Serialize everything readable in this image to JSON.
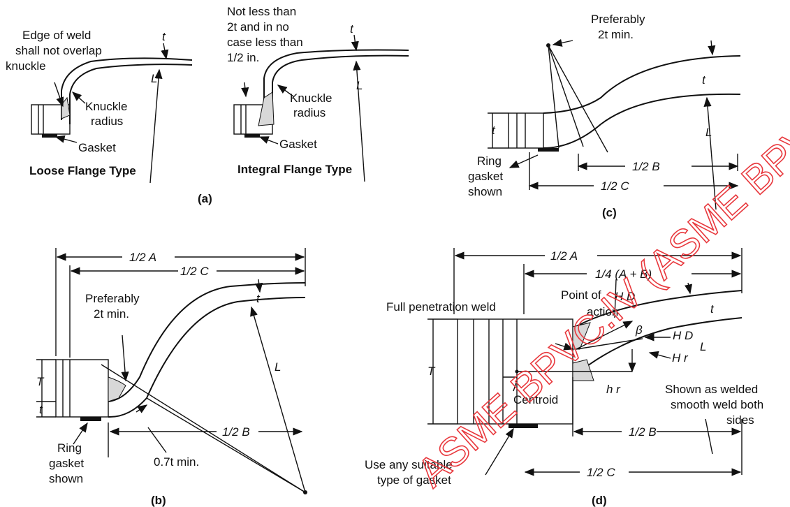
{
  "watermark": {
    "text": "ASME BPVC.IV (ASME BPVC.S",
    "color": "#e8383d"
  },
  "panel_a": {
    "caption": "(a)",
    "loose": {
      "title": "Loose Flange Type",
      "note": [
        "Edge of weld",
        "shall not overlap",
        "knuckle"
      ],
      "t": "t",
      "L": "L",
      "knuckle": [
        "Knuckle",
        "radius"
      ],
      "gasket": "Gasket"
    },
    "integral": {
      "title": "Integral Flange Type",
      "note": [
        "Not less than",
        "2t and in no",
        "case less than",
        "1/2 in."
      ],
      "t": "t",
      "L": "L",
      "knuckle": [
        "Knuckle",
        "radius"
      ],
      "gasket": "Gasket"
    }
  },
  "panel_b": {
    "caption": "(b)",
    "half_a": "1/2 A",
    "half_c": "1/2 C",
    "half_b": "1/2 B",
    "pref": [
      "Preferably",
      "2t min."
    ],
    "t": "t",
    "T": "T",
    "t_small": "t",
    "L": "L",
    "min": "0.7t min.",
    "ring": [
      "Ring",
      "gasket",
      "shown"
    ]
  },
  "panel_c": {
    "caption": "(c)",
    "pref": [
      "Preferably",
      "2t min."
    ],
    "t": "t",
    "t_small": "t",
    "L": "L",
    "half_b": "1/2 B",
    "half_c": "1/2 C",
    "ring": [
      "Ring",
      "gasket",
      "shown"
    ]
  },
  "panel_d": {
    "caption": "(d)",
    "half_a": "1/2 A",
    "quarter": "1/4 (A + B)",
    "point": [
      "Point of",
      "action"
    ],
    "hd_top": "H D",
    "weld": "Full penetration weld",
    "t": "t",
    "T": "T",
    "beta": "β",
    "hd": "H D",
    "hr": "H r",
    "hr_small": "h r",
    "L": "L",
    "centroid": "Centroid",
    "shown": [
      "Shown as welded",
      "smooth weld both",
      "sides"
    ],
    "half_b": "1/2 B",
    "half_c": "1/2 C",
    "gasket": [
      "Use any suitable",
      "type of gasket"
    ]
  }
}
